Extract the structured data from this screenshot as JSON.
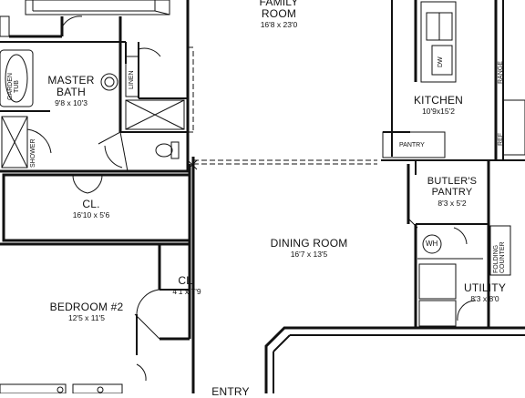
{
  "rooms": {
    "family_room": {
      "name_line1": "FAMILY",
      "name_line2": "ROOM",
      "dims": "16'8 x 23'0"
    },
    "master_bath": {
      "name_line1": "MASTER",
      "name_line2": "BATH",
      "dims": "9'8 x 10'3"
    },
    "kitchen": {
      "name": "KITCHEN",
      "dims": "10'9x15'2"
    },
    "closet_1": {
      "name": "CL.",
      "dims": "16'10 x 5'6"
    },
    "butlers_pantry": {
      "name_line1": "BUTLER'S",
      "name_line2": "PANTRY",
      "dims": "8'3 x 5'2"
    },
    "dining_room": {
      "name": "DINING ROOM",
      "dims": "16'7 x 13'5"
    },
    "closet_2": {
      "name": "CL.",
      "dims": "4'1 x 7'9"
    },
    "bedroom_2": {
      "name": "BEDROOM #2",
      "dims": "12'5 x 11'5"
    },
    "utility": {
      "name": "UTILITY",
      "dims": "8'3 x 8'0"
    },
    "entry": {
      "name": "ENTRY"
    }
  },
  "fixtures": {
    "garden_tub": {
      "line1": "GARDEN",
      "line2": "TUB"
    },
    "shower": "SHOWER",
    "linen": "LINEN",
    "dishwasher": "DW",
    "range": "RANGE",
    "refrigerator": "REF",
    "pantry": "PANTRY",
    "water_heater": "WH",
    "folding_counter": {
      "line1": "FOLDING",
      "line2": "COUNTER"
    }
  }
}
